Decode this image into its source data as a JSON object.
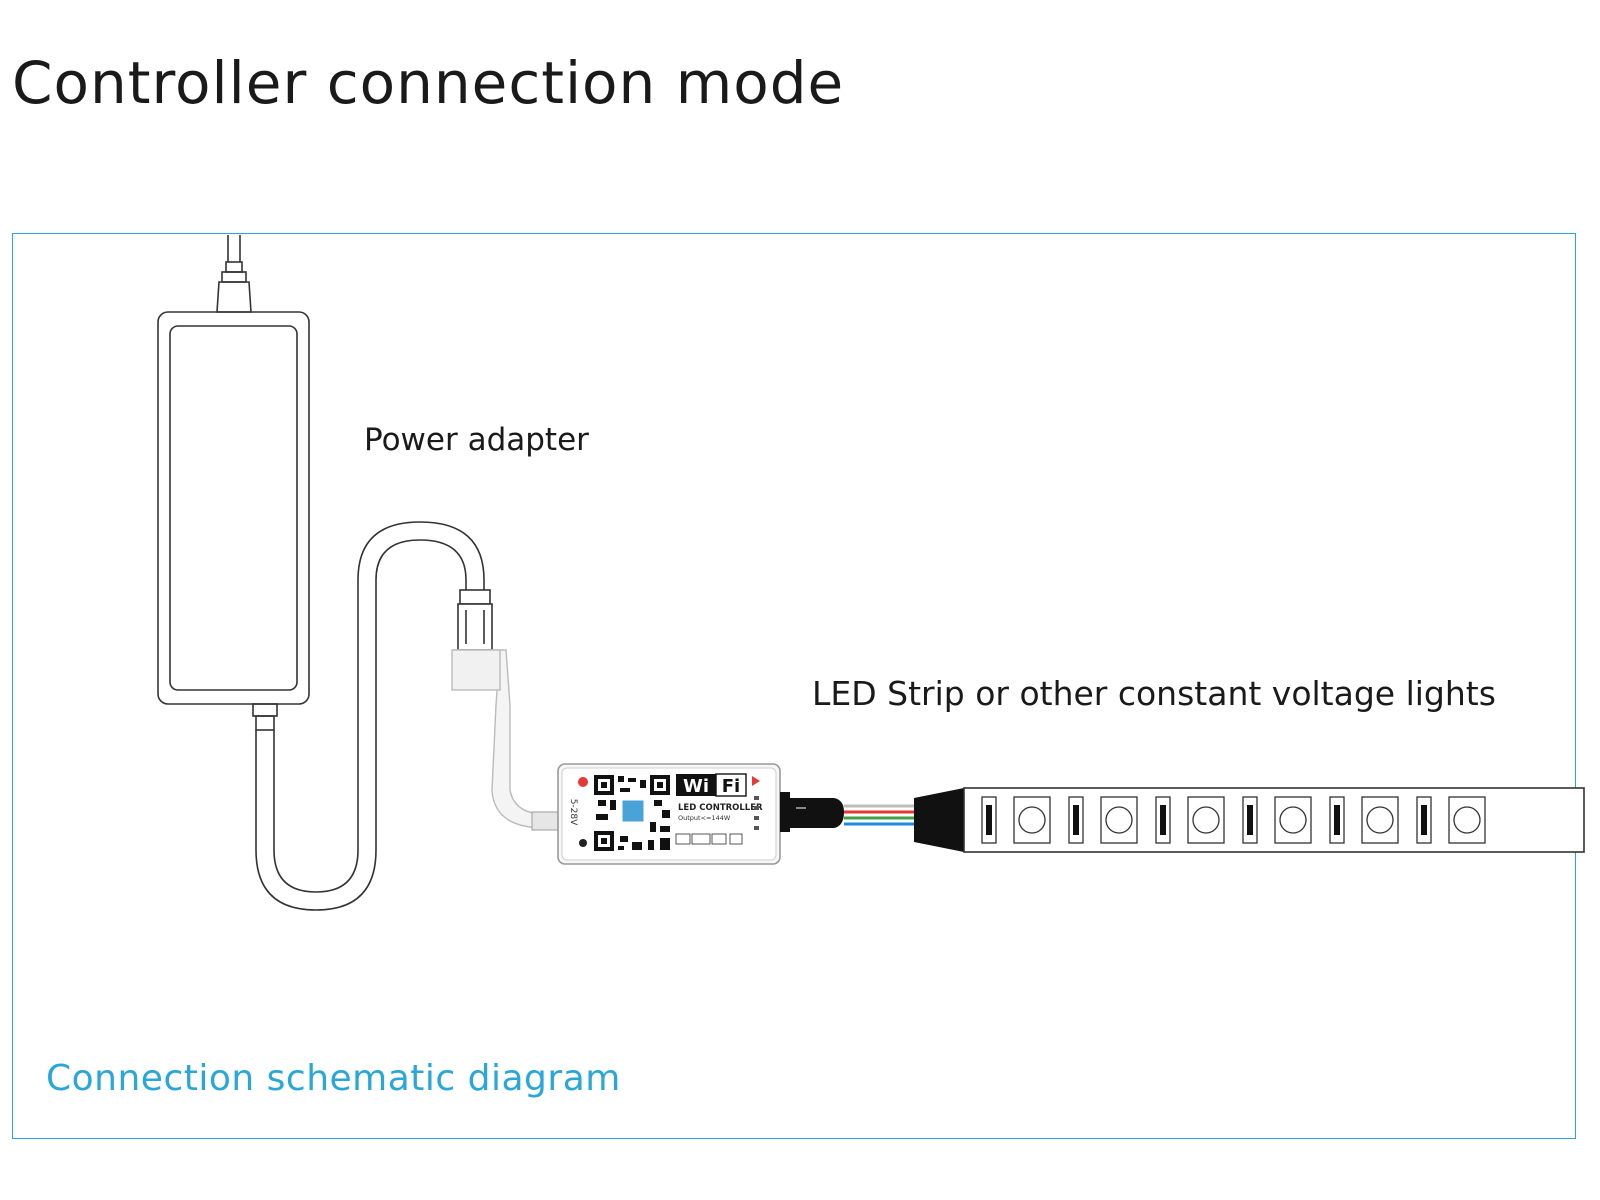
{
  "title": "Controller connection mode",
  "labels": {
    "power_adapter": "Power adapter",
    "led_strip": "LED Strip or other constant voltage lights"
  },
  "caption": "Connection schematic diagram",
  "controller": {
    "badge_left": "Wi",
    "badge_right": "Fi",
    "name": "LED CONTROLLER",
    "output": "Output<=144W",
    "voltage": "5-28V"
  },
  "colors": {
    "frame": "#29a7d9",
    "caption": "#29a7d9",
    "text": "#1a1a1a",
    "line": "#333333",
    "wire_red": "#e53935",
    "wire_green": "#43a047",
    "wire_blue": "#1e88e5",
    "wire_white": "#bdbdbd",
    "qr_tile": "#4aa3d8"
  },
  "icons": [
    "power-adapter-icon",
    "dc-jack-icon",
    "wifi-controller-icon",
    "rgb-connector-icon",
    "led-strip-icon",
    "qr-code-icon"
  ]
}
